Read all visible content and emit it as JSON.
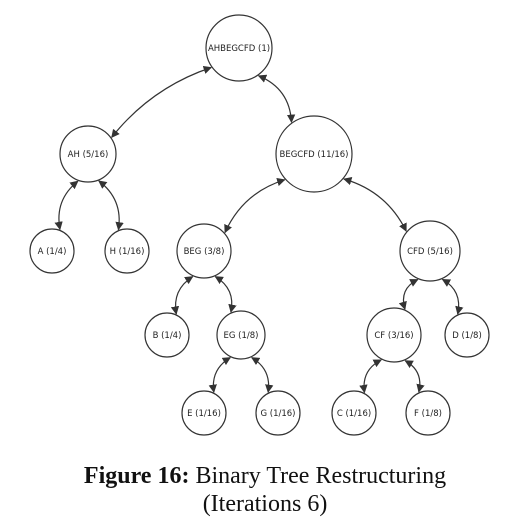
{
  "caption": {
    "label": "Figure 16:",
    "text": "Binary Tree Restructuring",
    "subtext": "(Iterations 6)"
  },
  "tree": {
    "nodes": [
      {
        "id": "root",
        "label": "AHBEGCFD (1)"
      },
      {
        "id": "ah",
        "label": "AH (5/16)"
      },
      {
        "id": "begcfd",
        "label": "BEGCFD (11/16)"
      },
      {
        "id": "a",
        "label": "A (1/4)"
      },
      {
        "id": "h",
        "label": "H (1/16)"
      },
      {
        "id": "beg",
        "label": "BEG (3/8)"
      },
      {
        "id": "cfd",
        "label": "CFD (5/16)"
      },
      {
        "id": "b",
        "label": "B (1/4)"
      },
      {
        "id": "eg",
        "label": "EG (1/8)"
      },
      {
        "id": "cf",
        "label": "CF (3/16)"
      },
      {
        "id": "d",
        "label": "D (1/8)"
      },
      {
        "id": "e",
        "label": "E (1/16)"
      },
      {
        "id": "g",
        "label": "G (1/16)"
      },
      {
        "id": "c",
        "label": "C (1/16)"
      },
      {
        "id": "f",
        "label": "F (1/8)"
      }
    ],
    "edges": [
      [
        "root",
        "ah"
      ],
      [
        "root",
        "begcfd"
      ],
      [
        "ah",
        "a"
      ],
      [
        "ah",
        "h"
      ],
      [
        "begcfd",
        "beg"
      ],
      [
        "begcfd",
        "cfd"
      ],
      [
        "beg",
        "b"
      ],
      [
        "beg",
        "eg"
      ],
      [
        "cfd",
        "cf"
      ],
      [
        "cfd",
        "d"
      ],
      [
        "eg",
        "e"
      ],
      [
        "eg",
        "g"
      ],
      [
        "cf",
        "c"
      ],
      [
        "cf",
        "f"
      ]
    ]
  }
}
